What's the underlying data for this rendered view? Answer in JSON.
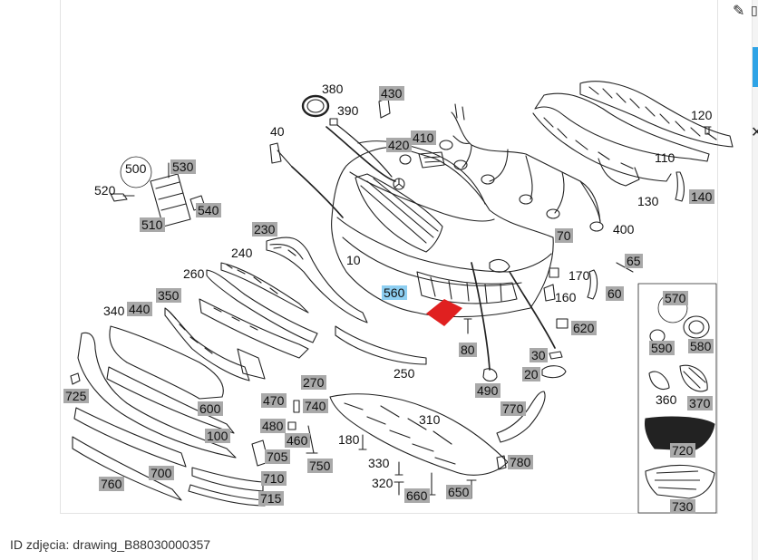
{
  "photo_caption": "ID zdjęcia: drawing_B88030000357",
  "toolbar": {
    "edit_icon": "edit-icon"
  },
  "part_labels": [
    {
      "id": "p380",
      "text": "380",
      "boxed": false
    },
    {
      "id": "p430",
      "text": "430",
      "boxed": true
    },
    {
      "id": "p390",
      "text": "390",
      "boxed": false
    },
    {
      "id": "p120",
      "text": "120",
      "boxed": false
    },
    {
      "id": "p40",
      "text": "40",
      "boxed": false
    },
    {
      "id": "p420",
      "text": "420",
      "boxed": true
    },
    {
      "id": "p410",
      "text": "410",
      "boxed": true
    },
    {
      "id": "p500",
      "text": "500",
      "boxed": false
    },
    {
      "id": "p530",
      "text": "530",
      "boxed": true
    },
    {
      "id": "p110",
      "text": "110",
      "boxed": false
    },
    {
      "id": "p520",
      "text": "520",
      "boxed": false
    },
    {
      "id": "p540",
      "text": "540",
      "boxed": true
    },
    {
      "id": "p140",
      "text": "140",
      "boxed": true
    },
    {
      "id": "p130",
      "text": "130",
      "boxed": false
    },
    {
      "id": "p510",
      "text": "510",
      "boxed": true
    },
    {
      "id": "p230",
      "text": "230",
      "boxed": true
    },
    {
      "id": "p400",
      "text": "400",
      "boxed": false
    },
    {
      "id": "p70",
      "text": "70",
      "boxed": true
    },
    {
      "id": "p240",
      "text": "240",
      "boxed": false
    },
    {
      "id": "p10",
      "text": "10",
      "boxed": false
    },
    {
      "id": "p65",
      "text": "65",
      "boxed": true
    },
    {
      "id": "p260",
      "text": "260",
      "boxed": false
    },
    {
      "id": "p170",
      "text": "170",
      "boxed": false
    },
    {
      "id": "p560",
      "text": "560",
      "boxed": true,
      "highlight": true
    },
    {
      "id": "p570",
      "text": "570",
      "boxed": true
    },
    {
      "id": "p350",
      "text": "350",
      "boxed": true
    },
    {
      "id": "p60",
      "text": "60",
      "boxed": true
    },
    {
      "id": "p160",
      "text": "160",
      "boxed": false
    },
    {
      "id": "p340",
      "text": "340",
      "boxed": false
    },
    {
      "id": "p440",
      "text": "440",
      "boxed": true
    },
    {
      "id": "p620",
      "text": "620",
      "boxed": true
    },
    {
      "id": "p80",
      "text": "80",
      "boxed": true
    },
    {
      "id": "p590",
      "text": "590",
      "boxed": true
    },
    {
      "id": "p580",
      "text": "580",
      "boxed": true
    },
    {
      "id": "p30",
      "text": "30",
      "boxed": true
    },
    {
      "id": "p250",
      "text": "250",
      "boxed": false
    },
    {
      "id": "p20",
      "text": "20",
      "boxed": true
    },
    {
      "id": "p270",
      "text": "270",
      "boxed": true
    },
    {
      "id": "p725",
      "text": "725",
      "boxed": true
    },
    {
      "id": "p490",
      "text": "490",
      "boxed": true
    },
    {
      "id": "p360",
      "text": "360",
      "boxed": false
    },
    {
      "id": "p370",
      "text": "370",
      "boxed": true
    },
    {
      "id": "p470",
      "text": "470",
      "boxed": true
    },
    {
      "id": "p740",
      "text": "740",
      "boxed": true
    },
    {
      "id": "p600",
      "text": "600",
      "boxed": true
    },
    {
      "id": "p770",
      "text": "770",
      "boxed": true
    },
    {
      "id": "p310",
      "text": "310",
      "boxed": false
    },
    {
      "id": "p480",
      "text": "480",
      "boxed": true
    },
    {
      "id": "p460",
      "text": "460",
      "boxed": true
    },
    {
      "id": "p100",
      "text": "100",
      "boxed": true
    },
    {
      "id": "p180",
      "text": "180",
      "boxed": false
    },
    {
      "id": "p720",
      "text": "720",
      "boxed": true
    },
    {
      "id": "p705",
      "text": "705",
      "boxed": true
    },
    {
      "id": "p750",
      "text": "750",
      "boxed": true
    },
    {
      "id": "p330",
      "text": "330",
      "boxed": false
    },
    {
      "id": "p780",
      "text": "780",
      "boxed": true
    },
    {
      "id": "p700",
      "text": "700",
      "boxed": true
    },
    {
      "id": "p710",
      "text": "710",
      "boxed": true
    },
    {
      "id": "p760",
      "text": "760",
      "boxed": true
    },
    {
      "id": "p320",
      "text": "320",
      "boxed": false
    },
    {
      "id": "p650",
      "text": "650",
      "boxed": true
    },
    {
      "id": "p660",
      "text": "660",
      "boxed": true
    },
    {
      "id": "p715",
      "text": "715",
      "boxed": true
    },
    {
      "id": "p730",
      "text": "730",
      "boxed": true
    }
  ],
  "colors": {
    "label_box": "#a9a9a9",
    "label_highlight": "#8ecff2",
    "pointer_arrow": "#e02020",
    "line": "#222222",
    "accent_edge": "#2ea3e6"
  }
}
